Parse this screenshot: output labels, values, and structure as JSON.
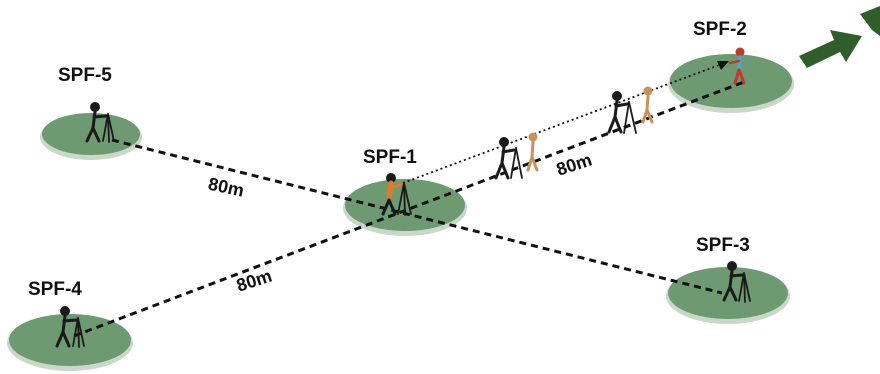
{
  "plots": [
    {
      "id": "SPF-1",
      "label": "SPF-1"
    },
    {
      "id": "SPF-2",
      "label": "SPF-2"
    },
    {
      "id": "SPF-3",
      "label": "SPF-3"
    },
    {
      "id": "SPF-4",
      "label": "SPF-4"
    },
    {
      "id": "SPF-5",
      "label": "SPF-5"
    }
  ],
  "distances": {
    "center_to_plot_5": "80m",
    "center_to_plot_4": "80m",
    "center_to_plot_2": "80m"
  },
  "colors": {
    "plot_fill": "#6e9a72",
    "plot_edge": "#c9d8c8",
    "line": "#111111",
    "arrow": "#2f5e2a",
    "person_dark": "#1a1a1a",
    "person_orange": "#e07a25",
    "person_tan": "#c8935a",
    "person_red": "#c0392b"
  },
  "direction_indicator": "arrow-icon"
}
